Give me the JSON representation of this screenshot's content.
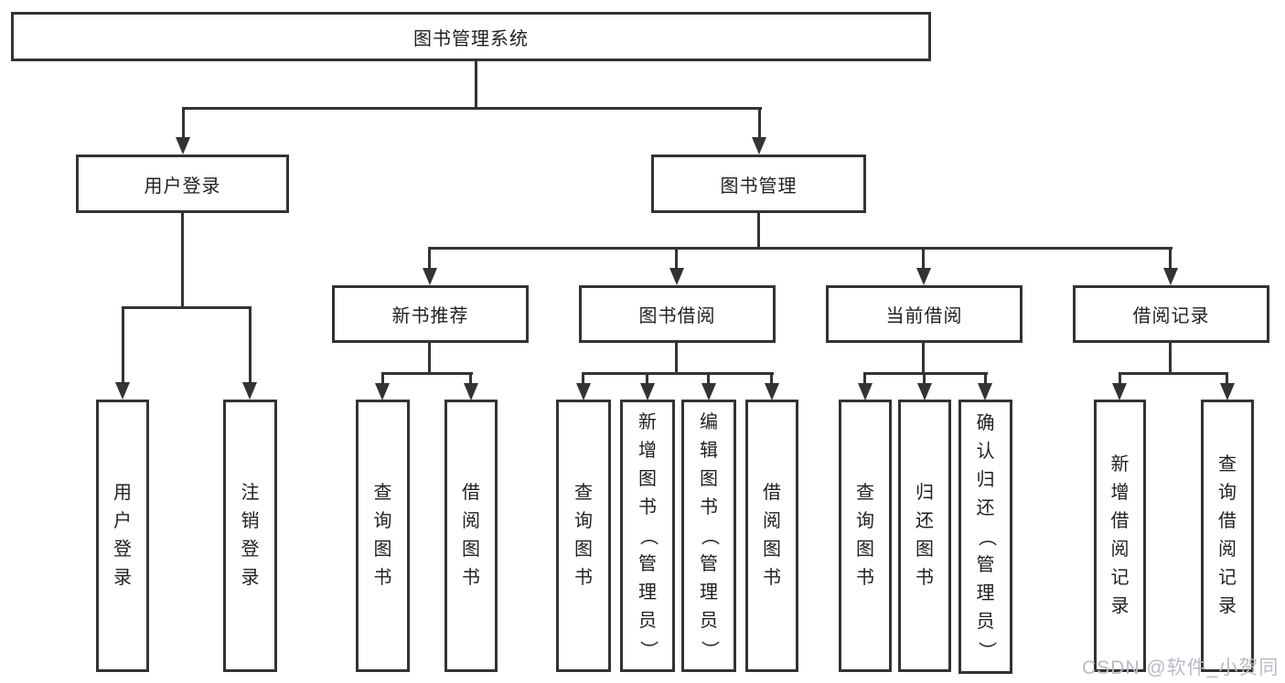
{
  "colors": {
    "line": "#333333",
    "text": "#1f1f1f",
    "background": "#ffffff",
    "watermark": "#b7bbc3"
  },
  "nodes": {
    "root": {
      "label": "图书管理系统"
    },
    "user_login": {
      "label": "用户登录"
    },
    "book_mgmt": {
      "label": "图书管理"
    },
    "new_book_rec": {
      "label": "新书推荐"
    },
    "book_borrow": {
      "label": "图书借阅"
    },
    "current_borrow": {
      "label": "当前借阅"
    },
    "borrow_records": {
      "label": "借阅记录"
    },
    "user_login_leaf": {
      "label": "用户登录"
    },
    "logout_leaf": {
      "label": "注销登录"
    },
    "rec_query_books": {
      "label": "查询图书"
    },
    "rec_borrow_books": {
      "label": "借阅图书"
    },
    "bb_query_books": {
      "label": "查询图书"
    },
    "bb_add_books": {
      "label": "新增图书（管理员）"
    },
    "bb_edit_books": {
      "label": "编辑图书（管理员）"
    },
    "bb_borrow_books": {
      "label": "借阅图书"
    },
    "cb_query_books": {
      "label": "查询图书"
    },
    "cb_return_books": {
      "label": "归还图书"
    },
    "cb_confirm_return": {
      "label": "确认归还（管理员）"
    },
    "br_add_record": {
      "label": "新增借阅记录"
    },
    "br_query_record": {
      "label": "查询借阅记录"
    }
  },
  "watermark": {
    "text": "CSDN @软件_小贺同学"
  }
}
